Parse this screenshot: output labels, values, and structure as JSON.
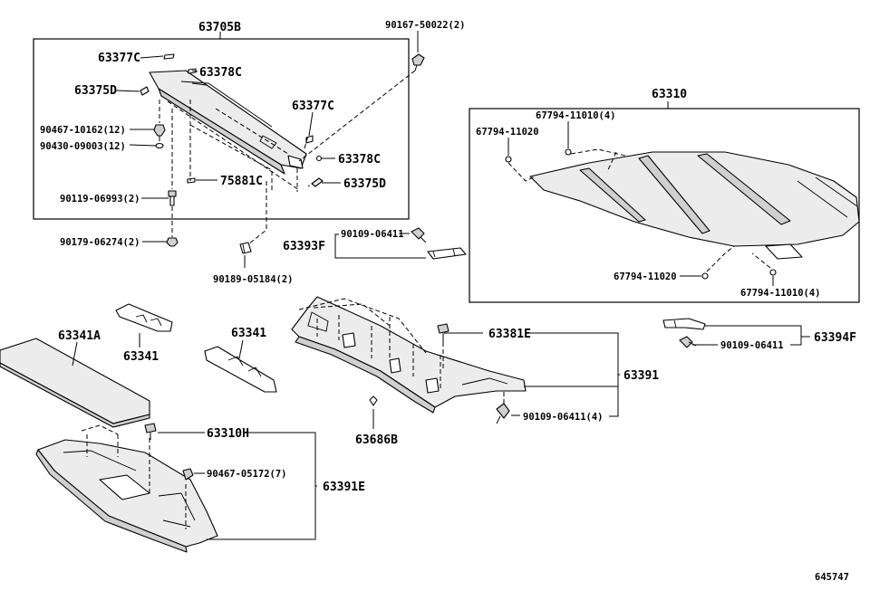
{
  "diagram": {
    "figure_number": "645747",
    "labels": {
      "p63705B": "63705B",
      "p90167": "90167-50022(2)",
      "p63377C_a": "63377C",
      "p63378C_a": "63378C",
      "p63375D_a": "63375D",
      "p90467_10162": "90467-10162(12)",
      "p90430": "90430-09003(12)",
      "p63377C_b": "63377C",
      "p63378C_b": "63378C",
      "p75881C": "75881C",
      "p63375D_b": "63375D",
      "p90119": "90119-06993(2)",
      "p90179": "90179-06274(2)",
      "p90189": "90189-05184(2)",
      "p63393F": "63393F",
      "p90109_a": "90109-06411",
      "p63310": "63310",
      "p67794_11010_a": "67794-11010(4)",
      "p67794_11020_a": "67794-11020",
      "p67794_11020_b": "67794-11020",
      "p67794_11010_b": "67794-11010(4)",
      "p63341A": "63341A",
      "p63341_a": "63341",
      "p63341_b": "63341",
      "p63381E": "63381E",
      "p63391": "63391",
      "p90109_b": "90109-06411(4)",
      "p63686B": "63686B",
      "p63394F": "63394F",
      "p90109_c": "90109-06411",
      "p63310H": "63310H",
      "p90467_05172": "90467-05172(7)",
      "p63391E": "63391E"
    }
  }
}
